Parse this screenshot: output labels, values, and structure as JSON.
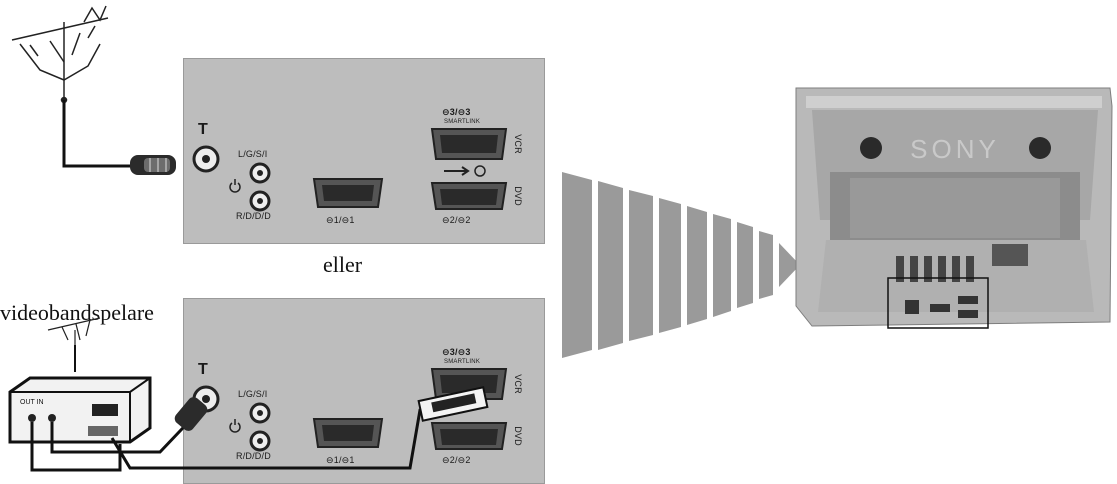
{
  "caption_or": "eller",
  "caption_vcr": "videobandspelare",
  "connectors": {
    "antenna_symbol": "T",
    "audio_video_top": "L/G/S/I",
    "audio_video_bottom": "R/D/D/D",
    "scart1": "⊖1/⊖1",
    "scart2": "⊖2/⊖2",
    "scart3": "⊖3/⊖3",
    "scart3_sub": "SMARTLINK",
    "vcr_side": "VCR",
    "dvd_side": "DVD"
  },
  "vcr_label": "OUT IN",
  "brand_logo": "SONY",
  "colors": {
    "panel": "#bdbdbd",
    "cable": "#111111",
    "tv_body": "#b9b9b9"
  }
}
